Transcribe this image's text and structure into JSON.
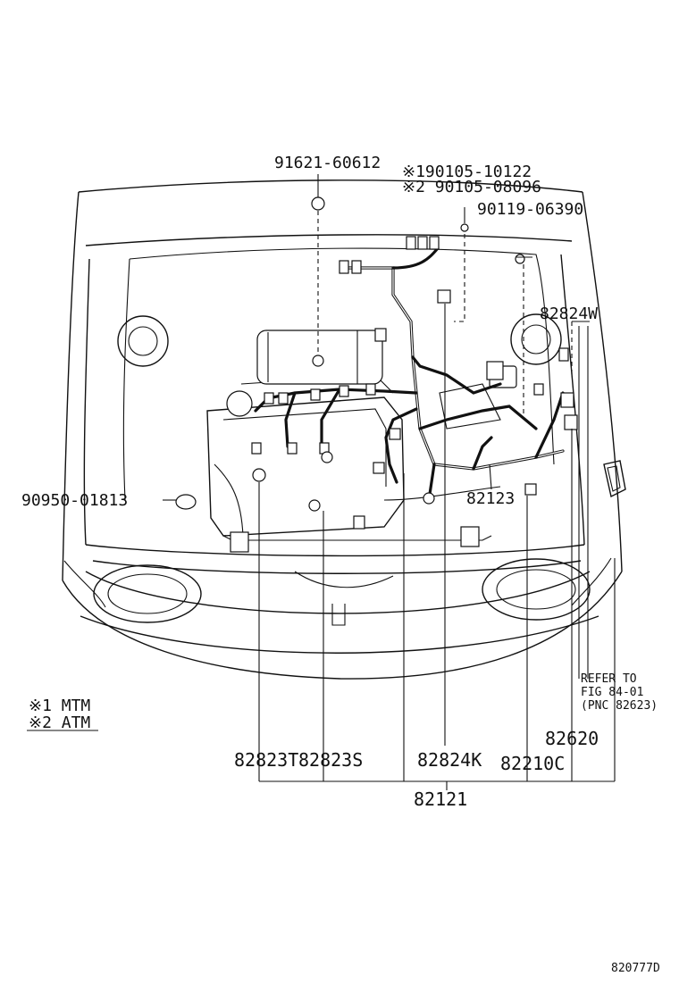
{
  "labels": {
    "top_clip": "91621-60612",
    "bolt_1": "※190105-10122",
    "bolt_2": "※2 90105-08096",
    "bolt_3": "90119-06390",
    "right_upper": "82824W",
    "left_grommet": "90950-01813",
    "mid_right": "82123",
    "bottom_1": "82823T",
    "bottom_2": "82823S",
    "bottom_3": "82824K",
    "bottom_4": "82210C",
    "bottom_5": "82620",
    "bottom_main": "82121",
    "refer_line1": "REFER TO",
    "refer_line2": "FIG 84-01",
    "refer_line3": "(PNC 82623)",
    "legend_1": "※1 MTM",
    "legend_2": "※2 ATM",
    "figure_code": "820777D"
  },
  "colors": {
    "ink": "#111111",
    "paper": "#ffffff"
  }
}
